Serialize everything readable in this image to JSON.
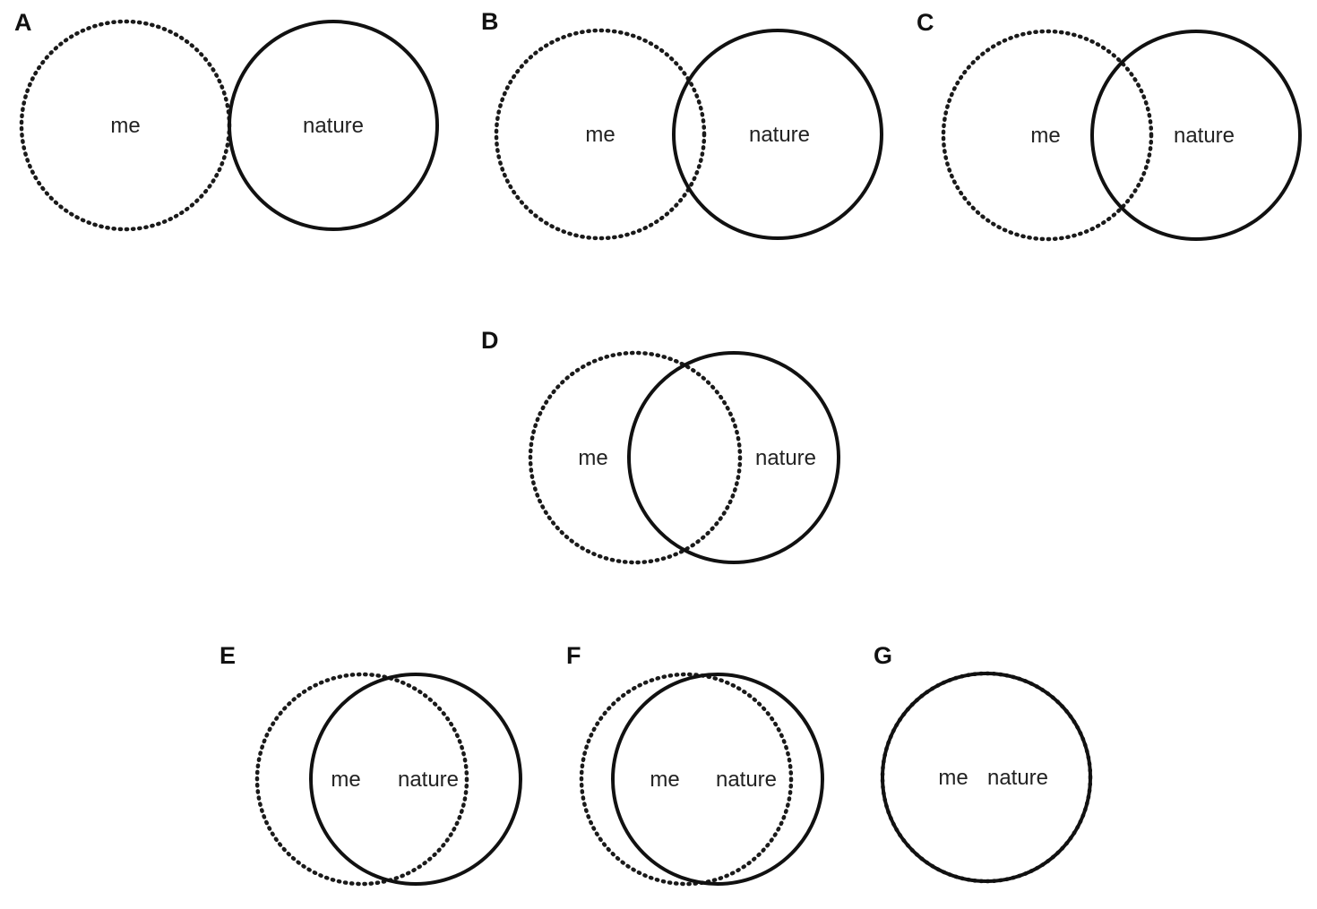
{
  "colors": {
    "stroke": "#111111",
    "text": "#222222",
    "background": "#ffffff"
  },
  "panels": [
    {
      "letter": "A",
      "me_label": "me",
      "nature_label": "nature",
      "overlap_fraction": 0.0
    },
    {
      "letter": "B",
      "me_label": "me",
      "nature_label": "nature",
      "overlap_fraction": 0.15
    },
    {
      "letter": "C",
      "me_label": "me",
      "nature_label": "nature",
      "overlap_fraction": 0.29
    },
    {
      "letter": "D",
      "me_label": "me",
      "nature_label": "nature",
      "overlap_fraction": 0.53
    },
    {
      "letter": "E",
      "me_label": "me",
      "nature_label": "nature",
      "overlap_fraction": 0.74
    },
    {
      "letter": "F",
      "me_label": "me",
      "nature_label": "nature",
      "overlap_fraction": 0.84
    },
    {
      "letter": "G",
      "me_label": "me",
      "nature_label": "nature",
      "overlap_fraction": 1.0
    }
  ]
}
